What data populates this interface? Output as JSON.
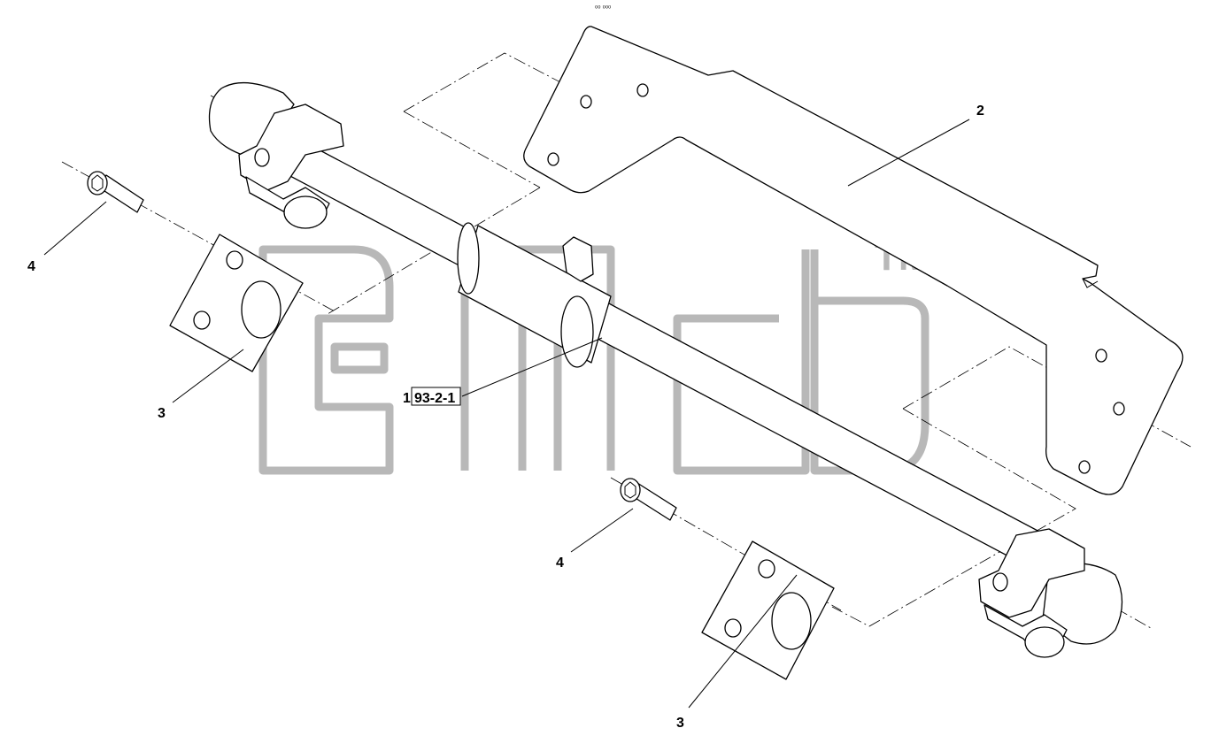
{
  "drawing": {
    "code_mark": "⁰⁰ ⁰⁰⁰",
    "watermark_tm": "TM",
    "callouts": {
      "rod_number": "1",
      "rod_ref_box": "93-2-1",
      "bracket": "2",
      "plate_left": "3",
      "plate_right": "3",
      "bolt_left": "4",
      "bolt_right": "4"
    },
    "colors": {
      "line": "#000000",
      "watermark": "#b8b8b8",
      "background": "#ffffff"
    }
  }
}
